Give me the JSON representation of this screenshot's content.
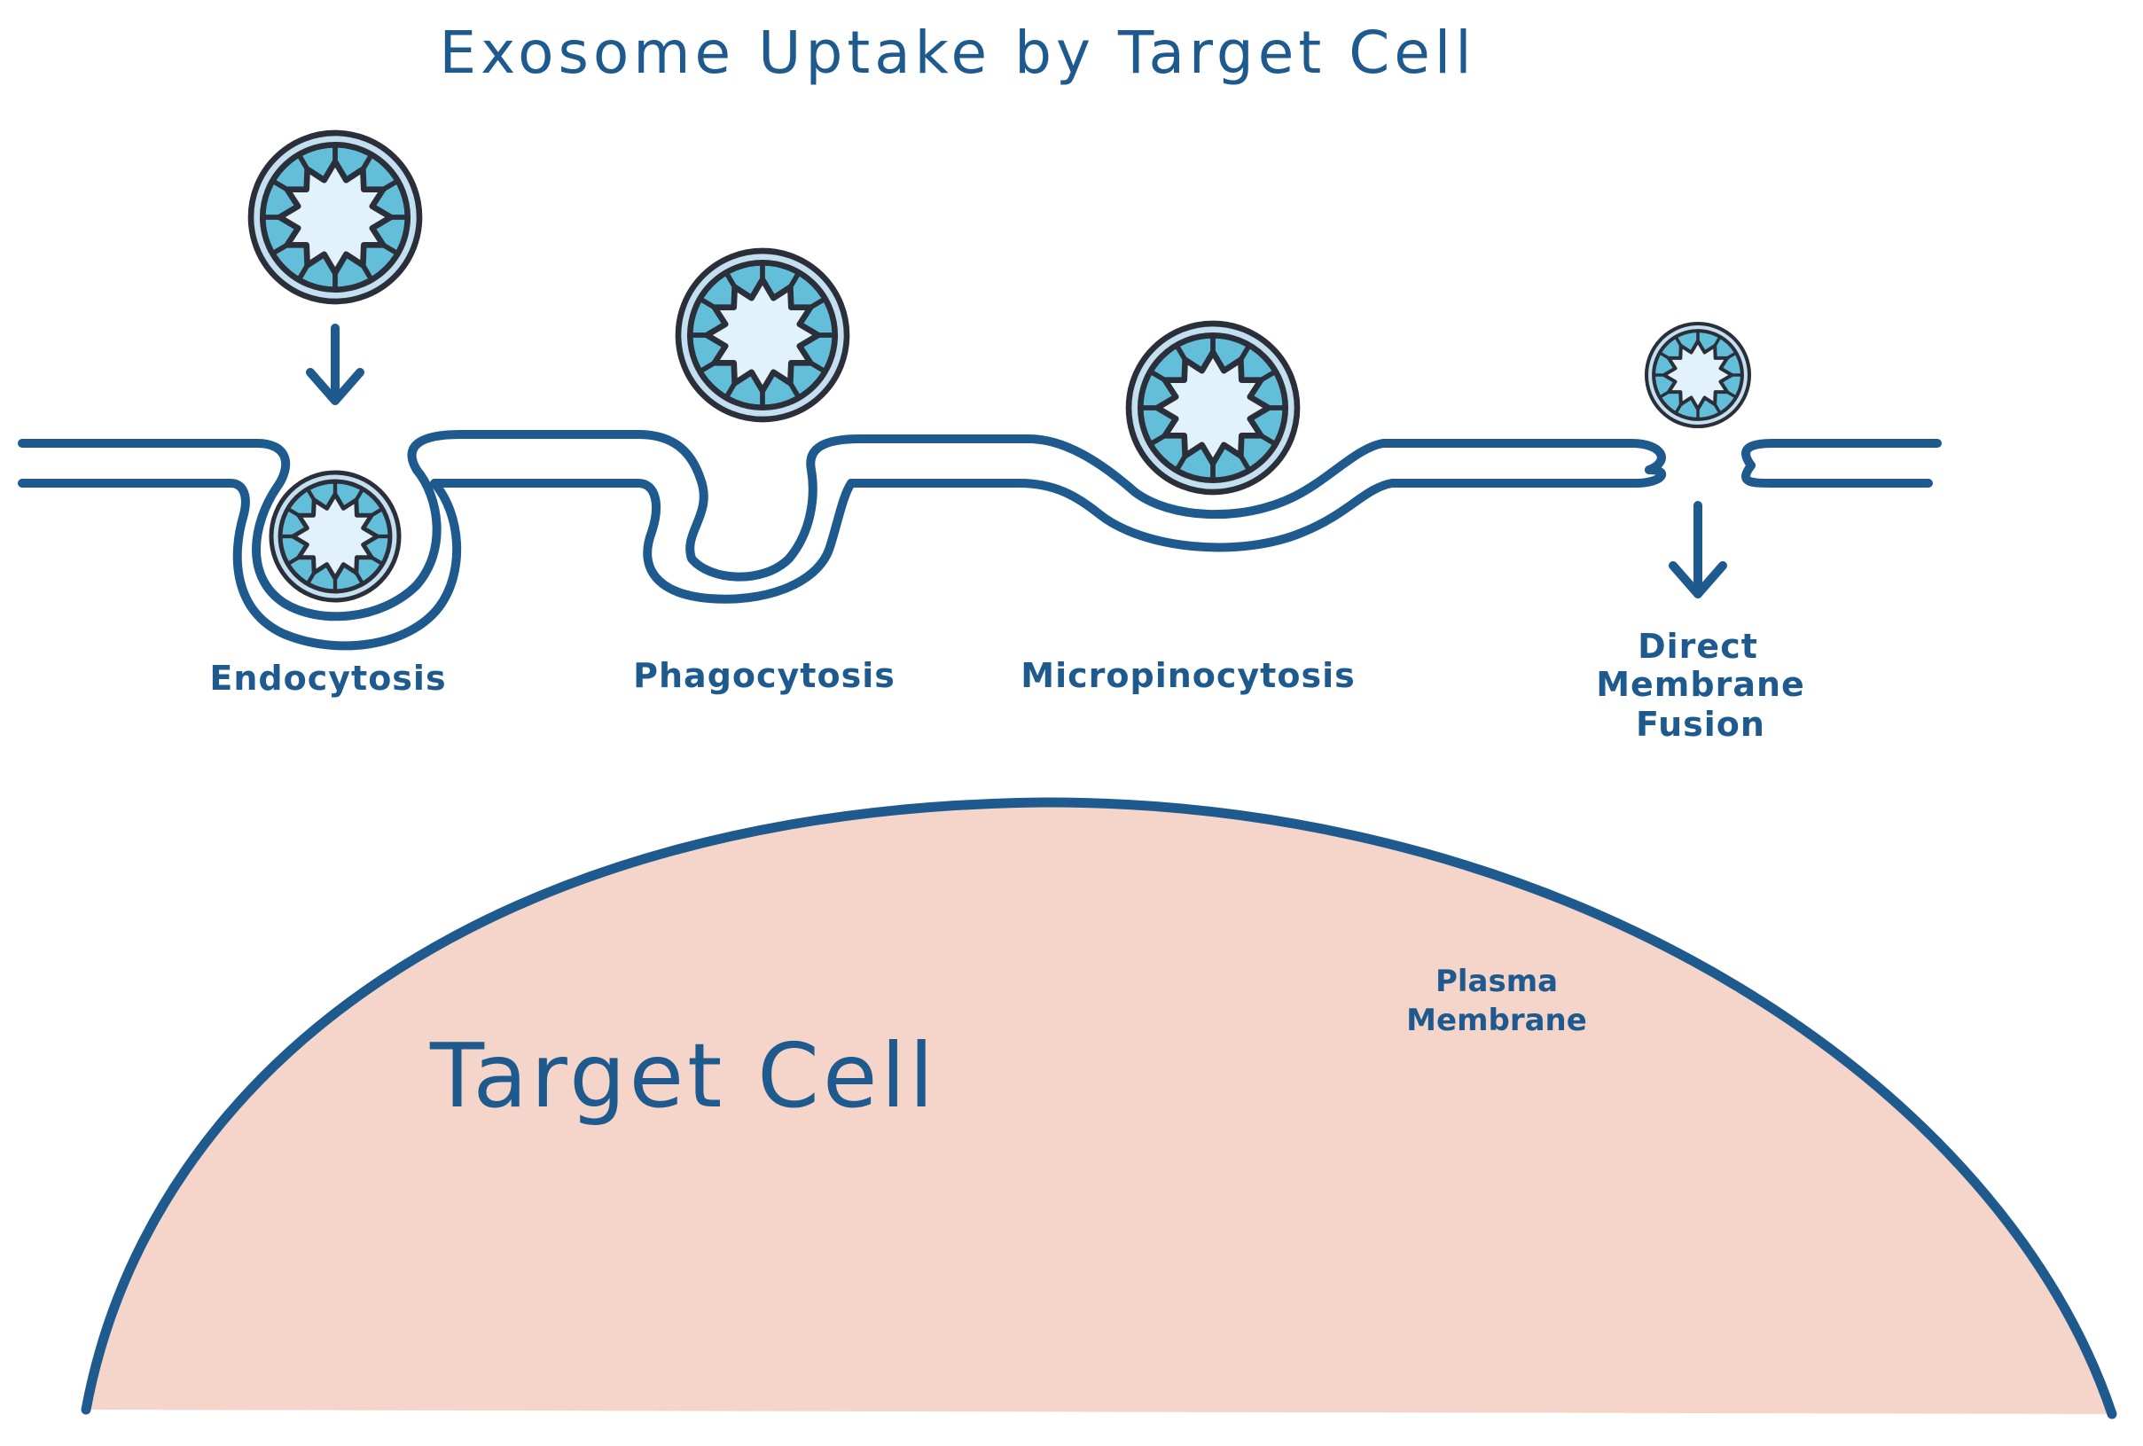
{
  "title": "Exosome Uptake by Target Cell",
  "mechanisms": [
    {
      "lines": [
        "Endocytosis"
      ]
    },
    {
      "lines": [
        "Phagocytosis"
      ]
    },
    {
      "lines": [
        "Micropinocytosis"
      ]
    },
    {
      "lines": [
        "Direct",
        "Membrane",
        "Fusion"
      ]
    }
  ],
  "target_cell": {
    "name": "Target Cell",
    "membrane_label": [
      "Plasma",
      "Membrane"
    ]
  },
  "colors": {
    "outline": "#1e5a8e",
    "cell_fill": "#f5d5c9",
    "exosome_outer": "#c4dff0",
    "exosome_ring": "#63bfd9",
    "exosome_core": "#e2f2fa"
  }
}
